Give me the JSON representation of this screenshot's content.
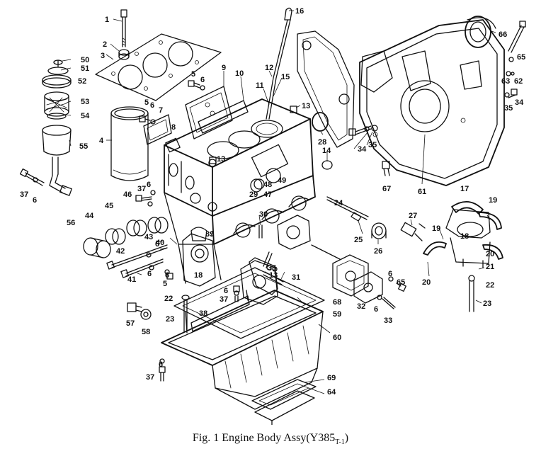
{
  "caption": {
    "text": "Fig. 1 Engine Body Assy(Y385",
    "sub": "T-1",
    "close": ")"
  },
  "parts": [
    {
      "id": "p1",
      "label": "1"
    },
    {
      "id": "p2",
      "label": "2"
    },
    {
      "id": "p3",
      "label": "3"
    },
    {
      "id": "p4",
      "label": "4"
    },
    {
      "id": "p5a",
      "label": "5"
    },
    {
      "id": "p5b",
      "label": "5"
    },
    {
      "id": "p5c",
      "label": "5"
    },
    {
      "id": "p6a",
      "label": "6"
    },
    {
      "id": "p6b",
      "label": "6"
    },
    {
      "id": "p6c",
      "label": "6"
    },
    {
      "id": "p6d",
      "label": "6"
    },
    {
      "id": "p6e",
      "label": "6"
    },
    {
      "id": "p6f",
      "label": "6"
    },
    {
      "id": "p6g",
      "label": "6"
    },
    {
      "id": "p6h",
      "label": "6"
    },
    {
      "id": "p6i",
      "label": "6"
    },
    {
      "id": "p6j",
      "label": "6"
    },
    {
      "id": "p6k",
      "label": "6"
    },
    {
      "id": "p7",
      "label": "7"
    },
    {
      "id": "p8",
      "label": "8"
    },
    {
      "id": "p9",
      "label": "9"
    },
    {
      "id": "p10",
      "label": "10"
    },
    {
      "id": "p11",
      "label": "11"
    },
    {
      "id": "p12",
      "label": "12"
    },
    {
      "id": "p13a",
      "label": "13"
    },
    {
      "id": "p13b",
      "label": "13"
    },
    {
      "id": "p13c",
      "label": "13"
    },
    {
      "id": "p14",
      "label": "14"
    },
    {
      "id": "p15",
      "label": "15"
    },
    {
      "id": "p16",
      "label": "16"
    },
    {
      "id": "p17",
      "label": "17"
    },
    {
      "id": "p18a",
      "label": "18"
    },
    {
      "id": "p18b",
      "label": "18"
    },
    {
      "id": "p19a",
      "label": "19"
    },
    {
      "id": "p19b",
      "label": "19"
    },
    {
      "id": "p20a",
      "label": "20"
    },
    {
      "id": "p20b",
      "label": "20"
    },
    {
      "id": "p21",
      "label": "21"
    },
    {
      "id": "p22a",
      "label": "22"
    },
    {
      "id": "p22b",
      "label": "22"
    },
    {
      "id": "p23a",
      "label": "23"
    },
    {
      "id": "p23b",
      "label": "23"
    },
    {
      "id": "p24",
      "label": "24"
    },
    {
      "id": "p25",
      "label": "25"
    },
    {
      "id": "p26",
      "label": "26"
    },
    {
      "id": "p27",
      "label": "27"
    },
    {
      "id": "p28",
      "label": "28"
    },
    {
      "id": "p29",
      "label": "29"
    },
    {
      "id": "p30",
      "label": "30"
    },
    {
      "id": "p31",
      "label": "31"
    },
    {
      "id": "p32",
      "label": "32"
    },
    {
      "id": "p33",
      "label": "33"
    },
    {
      "id": "p34a",
      "label": "34"
    },
    {
      "id": "p34b",
      "label": "34"
    },
    {
      "id": "p35a",
      "label": "35"
    },
    {
      "id": "p35b",
      "label": "35"
    },
    {
      "id": "p35c",
      "label": "35"
    },
    {
      "id": "p37a",
      "label": "37"
    },
    {
      "id": "p37b",
      "label": "37"
    },
    {
      "id": "p37c",
      "label": "37"
    },
    {
      "id": "p37d",
      "label": "37"
    },
    {
      "id": "p38",
      "label": "38"
    },
    {
      "id": "p39",
      "label": "39"
    },
    {
      "id": "p40",
      "label": "40"
    },
    {
      "id": "p41",
      "label": "41"
    },
    {
      "id": "p42",
      "label": "42"
    },
    {
      "id": "p43",
      "label": "43"
    },
    {
      "id": "p44",
      "label": "44"
    },
    {
      "id": "p45",
      "label": "45"
    },
    {
      "id": "p46",
      "label": "46"
    },
    {
      "id": "p47",
      "label": "47"
    },
    {
      "id": "p48",
      "label": "48"
    },
    {
      "id": "p49",
      "label": "49"
    },
    {
      "id": "p50",
      "label": "50"
    },
    {
      "id": "p51",
      "label": "51"
    },
    {
      "id": "p52",
      "label": "52"
    },
    {
      "id": "p53",
      "label": "53"
    },
    {
      "id": "p54",
      "label": "54"
    },
    {
      "id": "p55",
      "label": "55"
    },
    {
      "id": "p56",
      "label": "56"
    },
    {
      "id": "p57",
      "label": "57"
    },
    {
      "id": "p58",
      "label": "58"
    },
    {
      "id": "p59",
      "label": "59"
    },
    {
      "id": "p60",
      "label": "60"
    },
    {
      "id": "p61",
      "label": "61"
    },
    {
      "id": "p62",
      "label": "62"
    },
    {
      "id": "p63",
      "label": "63"
    },
    {
      "id": "p64",
      "label": "64"
    },
    {
      "id": "p65a",
      "label": "65"
    },
    {
      "id": "p65b",
      "label": "65"
    },
    {
      "id": "p66",
      "label": "66"
    },
    {
      "id": "p67",
      "label": "67"
    },
    {
      "id": "p68",
      "label": "68"
    },
    {
      "id": "p69",
      "label": "69"
    }
  ]
}
